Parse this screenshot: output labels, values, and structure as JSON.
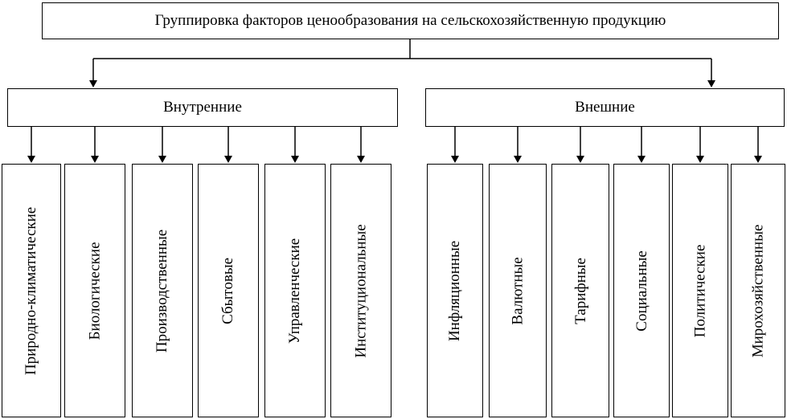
{
  "title": "Группировка факторов ценообразования на сельскохозяйственную продукцию",
  "groups": {
    "internal": {
      "label": "Внутренние",
      "factors": [
        "Природно-климатические",
        "Биологические",
        "Производственные",
        "Сбытовые",
        "Управленческие",
        "Институциональные"
      ]
    },
    "external": {
      "label": "Внешние",
      "factors": [
        "Инфляционные",
        "Валютные",
        "Тарифные",
        "Социальные",
        "Политические",
        "Мирохозяйственные"
      ]
    }
  }
}
